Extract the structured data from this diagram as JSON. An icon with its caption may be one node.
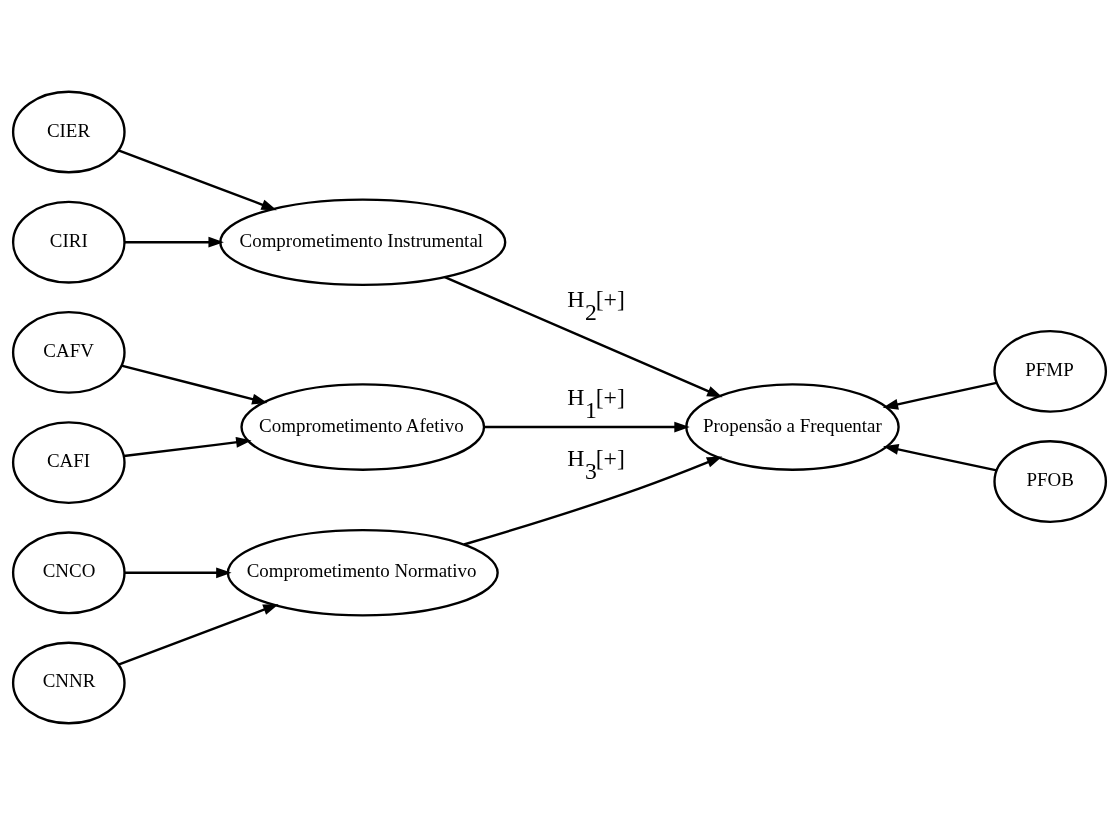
{
  "diagram": {
    "nodes": [
      {
        "text": [
          "CAFV"
        ]
      },
      {
        "text": [
          "CAFI"
        ]
      },
      {
        "text": [
          "Comprometimento Afetivo"
        ]
      },
      {
        "text": [
          "CIER"
        ]
      },
      {
        "text": [
          "CIRI"
        ]
      },
      {
        "text": [
          "Comprometimento Instrumental"
        ]
      },
      {
        "text": [
          "CNNR"
        ]
      },
      {
        "text": [
          "CNCO"
        ]
      },
      {
        "text": [
          "Comprometimento Normativo"
        ]
      },
      {
        "text": [
          "Propensão a Frequentar"
        ]
      },
      {
        "text": [
          "PFMP"
        ]
      },
      {
        "text": [
          "PFOB"
        ]
      }
    ],
    "edges": [
      {
        "from": 0,
        "to": 2,
        "arrow": "to"
      },
      {
        "from": 1,
        "to": 2,
        "arrow": "to"
      },
      {
        "from": 3,
        "to": 5,
        "arrow": "to"
      },
      {
        "from": 4,
        "to": 5,
        "arrow": "to"
      },
      {
        "from": 6,
        "to": 8,
        "arrow": "to"
      },
      {
        "from": 7,
        "to": 8,
        "arrow": "to"
      },
      {
        "from": 2,
        "to": 9,
        "arrow": "to",
        "label": "H$_{1}$[+]"
      },
      {
        "from": 5,
        "to": 9,
        "arrow": "to",
        "label": "H$_{2}$[+]"
      },
      {
        "from": 8,
        "to": 9,
        "arrow": "to",
        "label": "H$_{3}$[+]"
      },
      {
        "from": 10,
        "to": 9,
        "arrow": "to"
      },
      {
        "from": 11,
        "to": 9,
        "arrow": "to"
      }
    ]
  }
}
